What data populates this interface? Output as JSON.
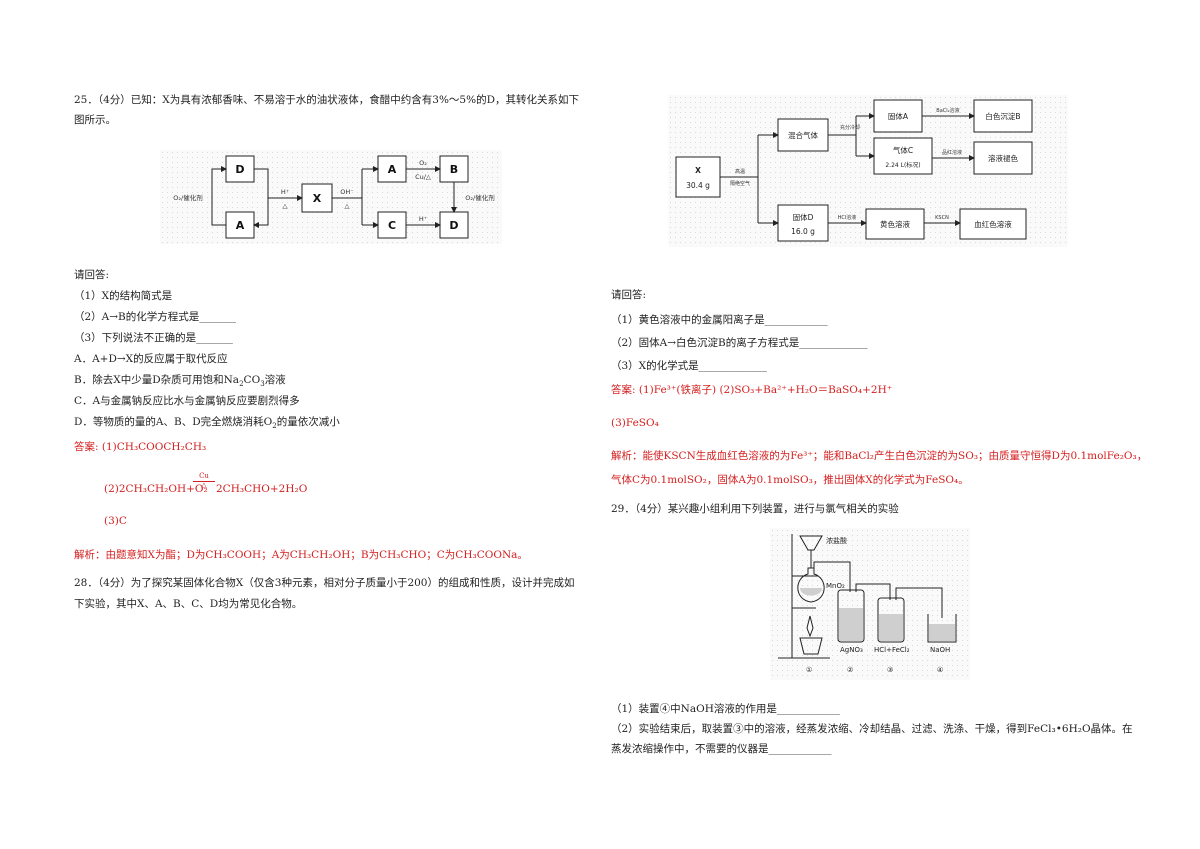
{
  "q25": {
    "intro_1": "25．（4分）已知：X为具有浓郁香味、不易溶于水的油状液体，食醋中约含有3%～5%的D，其转化关系如下",
    "intro_2": "图所示。",
    "diagram": {
      "boxes": [
        "D",
        "A",
        "X",
        "A",
        "B",
        "C",
        "D"
      ],
      "labels": {
        "o2_left": "O₂/催化剂",
        "h_plus": "H⁺",
        "oh_minus": "OH⁻",
        "delta": "△",
        "o2": "O₂",
        "cu": "Cu/△",
        "o2_right": "O₂/催化剂",
        "h_plus2": "H⁺"
      }
    },
    "please_answer": "请回答:",
    "sub1": "（1）X的结构简式是",
    "sub2": "（2）A→B的化学方程式是_______",
    "sub3": "（3）下列说法不正确的是_______",
    "optA": "A．A+D→X的反应属于取代反应",
    "optB_pre": "B．除去X中少量D杂质可用饱和Na",
    "optB_sub1": "2",
    "optB_mid": "CO",
    "optB_sub2": "3",
    "optB_post": "溶液",
    "optC": "C．A与金属钠反应比水与金属钠反应要剧烈得多",
    "optD_pre": "D．等物质的量的A、B、D完全燃烧消耗O",
    "optD_sub": "2",
    "optD_post": "的量依次减小",
    "ans1": "答案: (1)CH₃COOCH₂CH₃",
    "ans2_left": "(2)2CH₃CH₂OH+O₂",
    "ans2_cu": "Cu",
    "ans2_delta": "△",
    "ans2_right": "2CH₃CHO+2H₂O",
    "ans3": "(3)C",
    "analysis": "解析：由题意知X为酯；D为CH₃COOH；A为CH₃CH₂OH；B为CH₃CHO；C为CH₃COONa。"
  },
  "q28": {
    "intro_1": "28．（4分）为了探究某固体化合物X（仅含3种元素，相对分子质量小于200）的组成和性质，设计并完成如",
    "intro_2": "下实验，其中X、A、B、C、D均为常见化合物。",
    "diagram": {
      "x": "X",
      "x_mass": "30.4 g",
      "heat": "高温",
      "air": "隔绝空气",
      "mixed_gas": "混合气体",
      "cool": "充分冷却",
      "solid_a": "固体A",
      "bacl2": "BaCl₂溶液",
      "white_ppt": "白色沉淀B",
      "gas_c": "气体C",
      "gas_c_vol": "2.24 L(标况)",
      "pinred": "品红溶液",
      "fade": "溶液褪色",
      "solid_d": "固体D",
      "solid_d_mass": "16.0 g",
      "hcl": "HCl溶液",
      "yellow": "黄色溶液",
      "kscn": "KSCN",
      "bloodred": "血红色溶液"
    },
    "please_answer": "请回答:",
    "sub1": "（1）黄色溶液中的金属阳离子是____________",
    "sub2": "（2）固体A→白色沉淀B的离子方程式是_____________",
    "sub3": "（3）X的化学式是_____________",
    "ans_line": "答案:  (1)Fe³⁺(铁离子)          (2)SO₃+Ba²⁺+H₂O＝BaSO₄+2H⁺",
    "ans3": "(3)FeSO₄",
    "analysis_1": "解析：能使KSCN生成血红色溶液的为Fe³⁺；能和BaCl₂产生白色沉淀的为SO₃；由质量守恒得D为0.1molFe₂O₃，",
    "analysis_2": "气体C为0.1molSO₂，固体A为0.1molSO₃，推出固体X的化学式为FeSO₄。"
  },
  "q29": {
    "intro": "29．（4分）某兴趣小组利用下列装置，进行与氯气相关的实验",
    "apparatus": {
      "conc_hcl": "浓盐酸",
      "mno2": "MnO₂",
      "agno3": "AgNO₃",
      "hcl_fecl2": "HCl+FeCl₂",
      "naoh": "NaOH",
      "n1": "①",
      "n2": "②",
      "n3": "③",
      "n4": "④"
    },
    "sub1": "（1）装置④中NaOH溶液的作用是____________",
    "sub2": "（2）实验结束后，取装置③中的溶液，经蒸发浓缩、冷却结晶、过滤、洗涤、干燥，得到FeCl₃•6H₂O晶体。在",
    "sub2b": "蒸发浓缩操作中，不需要的仪器是____________"
  }
}
